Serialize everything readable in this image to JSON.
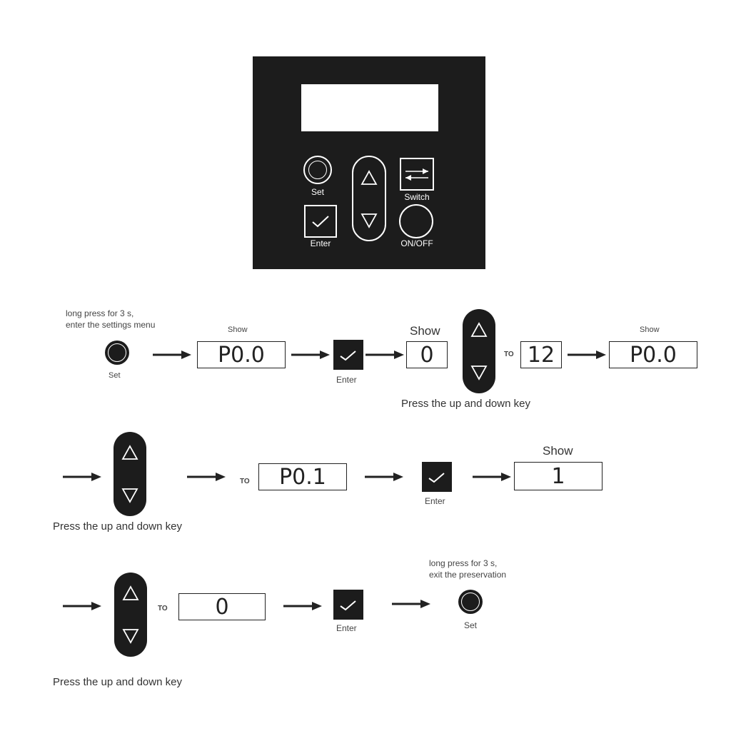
{
  "panel": {
    "buttons": {
      "set": "Set",
      "switch": "Switch",
      "enter": "Enter",
      "onoff": "ON/OFF"
    }
  },
  "row1": {
    "note_line1": "long press for 3 s,",
    "note_line2": "enter the settings menu",
    "set_label": "Set",
    "show1": "Show",
    "display1": "P0.0",
    "enter_label": "Enter",
    "show2": "Show",
    "display2": "0",
    "to_label": "TO",
    "display3": "12",
    "show3": "Show",
    "display4": "P0.0",
    "updown_caption": "Press the up and down key"
  },
  "row2": {
    "to_label": "TO",
    "display1": "P0.1",
    "enter_label": "Enter",
    "show": "Show",
    "display2": "1",
    "updown_caption": "Press the up and down key"
  },
  "row3": {
    "to_label": "TO",
    "display1": "0",
    "enter_label": "Enter",
    "note_line1": "long press for 3 s,",
    "note_line2": "exit the preservation",
    "set_label": "Set",
    "updown_caption": "Press the up and down key"
  },
  "colors": {
    "panel": "#1c1c1c",
    "ink": "#222222",
    "background": "#ffffff"
  }
}
